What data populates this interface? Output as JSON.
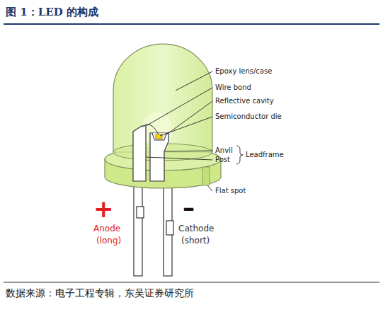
{
  "diagram": {
    "title": "图 1：LED 的构成",
    "caption": "数据来源：电子工程专辑，东吴证券研究所",
    "labels": [
      "Epoxy lens/case",
      "Wire bond",
      "Reflective cavity",
      "Semiconductor die",
      "Anvil",
      "Post",
      "Leadframe",
      "Flat spot",
      "+",
      "–",
      "Anode",
      "(long)",
      "Cathode",
      "(short)"
    ]
  }
}
